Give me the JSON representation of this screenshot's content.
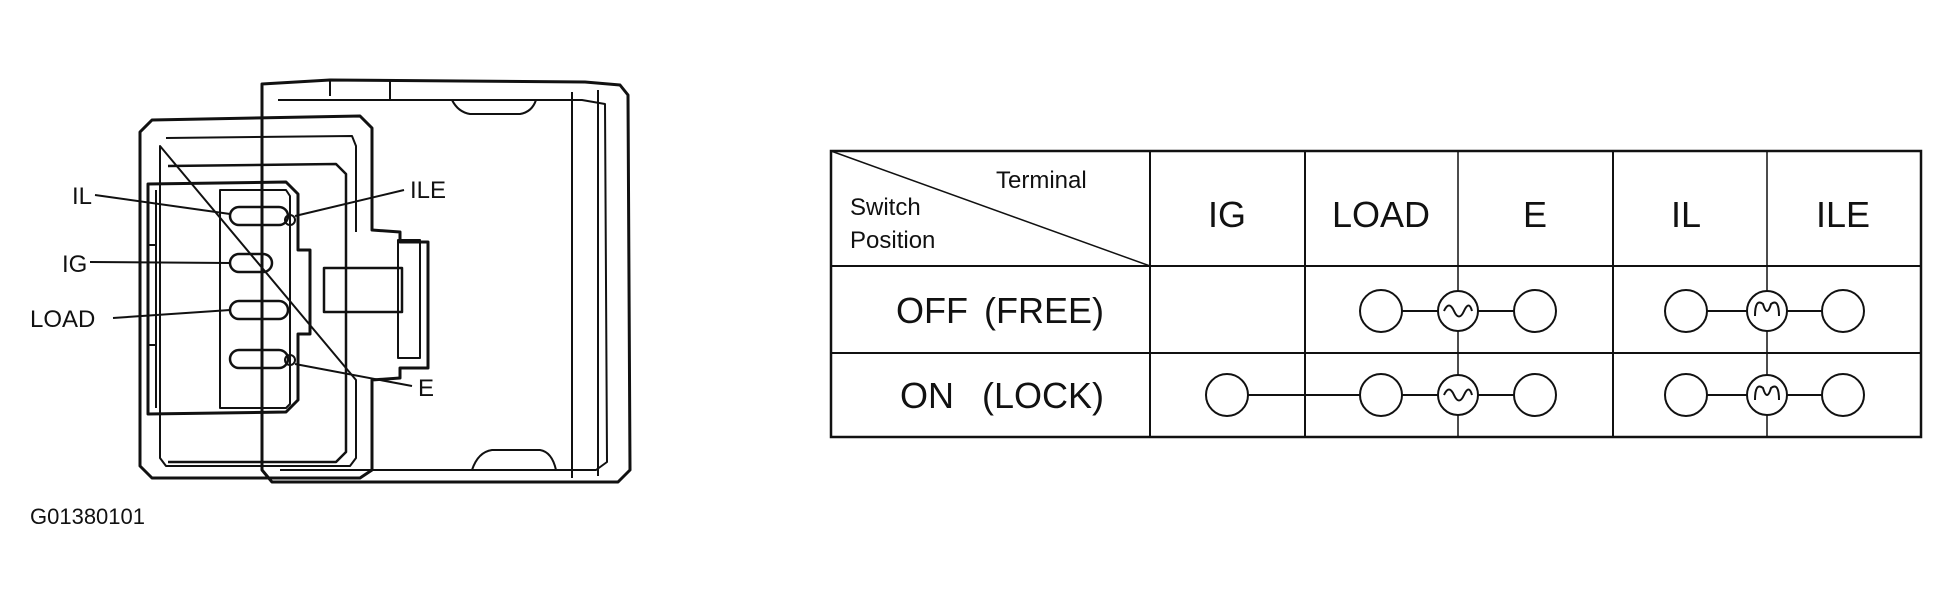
{
  "connector": {
    "pin_labels": {
      "il": "IL",
      "ig": "IG",
      "load": "LOAD",
      "ile": "ILE",
      "e": "E"
    },
    "figure_id": "G01380101"
  },
  "table": {
    "header_terminal": "Terminal",
    "header_switch_line1": "Switch",
    "header_switch_line2": "Position",
    "columns": [
      "IG",
      "LOAD",
      "E",
      "IL",
      "ILE"
    ],
    "rows": [
      {
        "position": "OFF",
        "state": "(FREE)"
      },
      {
        "position": "ON",
        "state": "(LOCK)"
      }
    ]
  }
}
